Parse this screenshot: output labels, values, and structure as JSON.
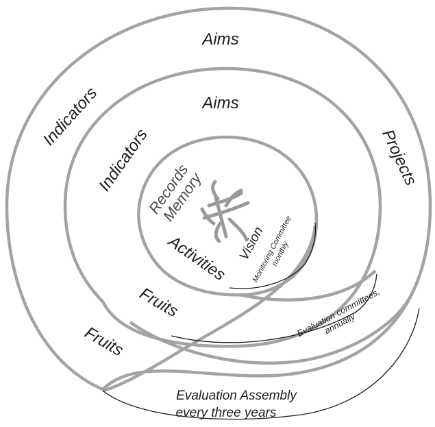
{
  "labels": {
    "outer_aims": "Aims",
    "outer_indicators": "Indicators",
    "outer_projects": "Projects",
    "outer_fruits": "Fruits",
    "middle_aims": "Aims",
    "middle_indicators": "Indicators",
    "middle_fruits": "Fruits",
    "inner_records": "Records",
    "inner_memory": "Memory",
    "inner_activities": "Activities",
    "inner_vision": "Vision",
    "monitoring_line1": "Monitoring Committee",
    "monitoring_line2": "monthly",
    "evaluation_committees_line1": "Evaluation committees,",
    "evaluation_committees_line2": "annually",
    "assembly_line1": "Evaluation Assembly",
    "assembly_line2": "every three years"
  }
}
